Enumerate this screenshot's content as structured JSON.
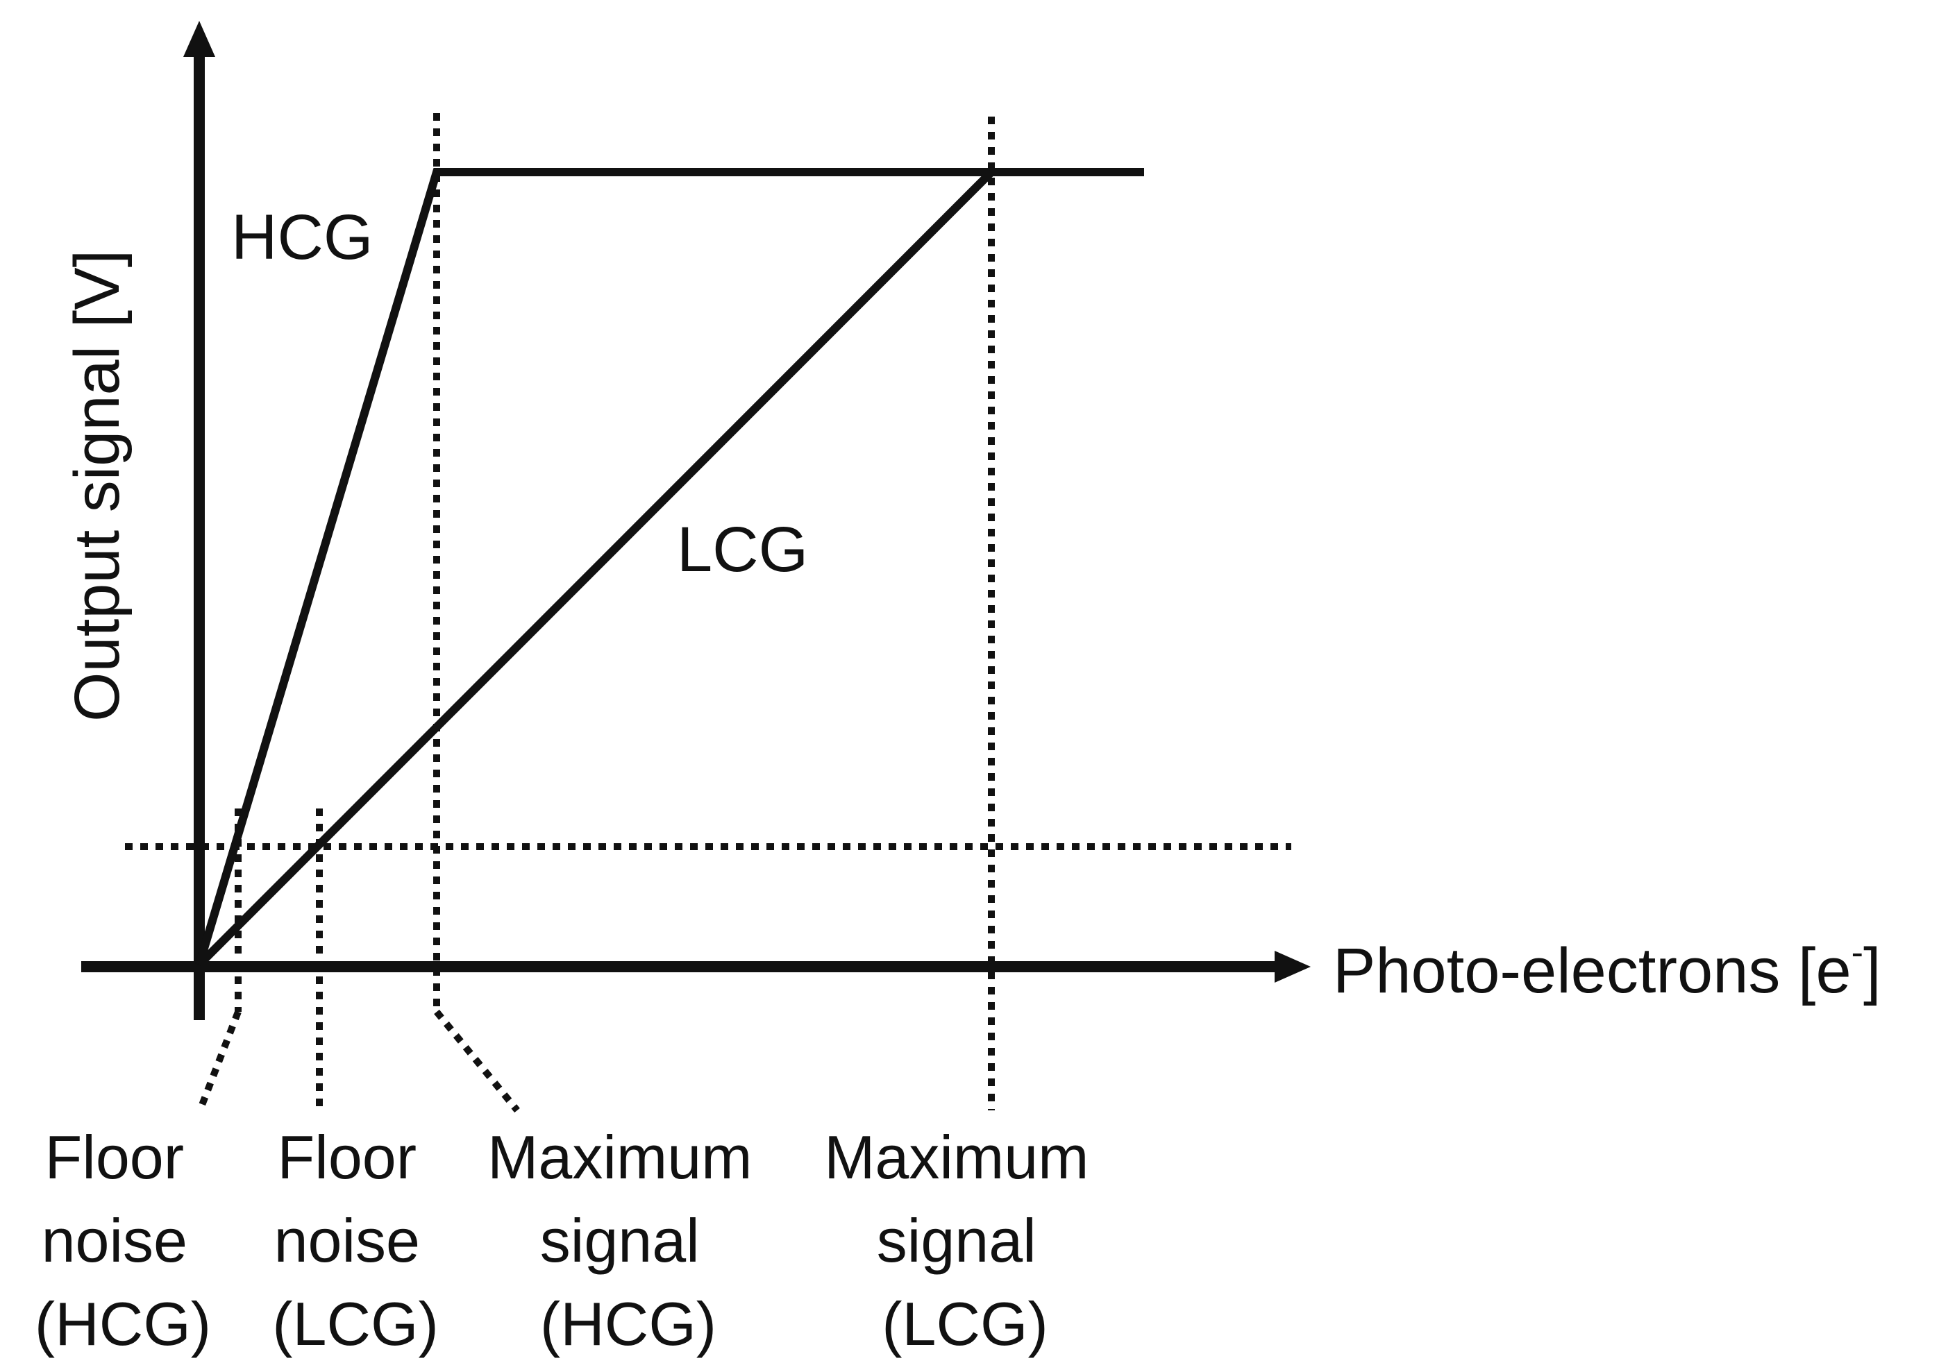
{
  "axes": {
    "x_label": "Photo-electrons [e",
    "x_label_superscript": "-",
    "x_label_close": "]",
    "y_label": "Output signal [V]"
  },
  "curves": {
    "hcg_label": "HCG",
    "lcg_label": "LCG"
  },
  "bottom_labels": {
    "floor_noise_hcg": [
      "Floor",
      "noise",
      "(HCG)"
    ],
    "floor_noise_lcg": [
      "Floor",
      "noise",
      "(LCG)"
    ],
    "maximum_signal_hcg": [
      "Maximum",
      "signal",
      "(HCG)"
    ],
    "maximum_signal_lcg": [
      "Maximum",
      "signal",
      "(LCG)"
    ]
  },
  "colors": {
    "ink": "#111111",
    "background": "#ffffff"
  }
}
